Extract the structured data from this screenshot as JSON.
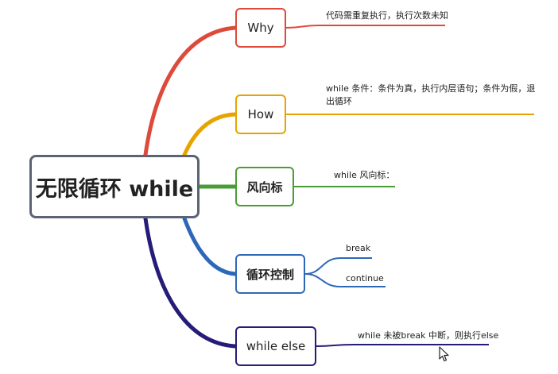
{
  "root": {
    "label": "无限循环 while"
  },
  "branches": [
    {
      "id": "why",
      "label": "Why",
      "color": "#de4a3a",
      "notes": [
        "代码需重复执行，执行次数未知"
      ]
    },
    {
      "id": "how",
      "label": "How",
      "color": "#e7a300",
      "notes": [
        "while 条件：条件为真，执行内层语句；条件为假，退出循环"
      ]
    },
    {
      "id": "wind",
      "label": "风向标",
      "color": "#4a9d35",
      "notes": [
        "while 风向标："
      ]
    },
    {
      "id": "ctrl",
      "label": "循环控制",
      "color": "#2d68b8",
      "notes": [
        "break",
        "continue"
      ]
    },
    {
      "id": "else",
      "label": "while  else",
      "color": "#251c78",
      "notes": [
        "while 未被break 中断，则执行else"
      ]
    }
  ],
  "icons": {
    "cursor": "mouse-pointer-icon"
  }
}
